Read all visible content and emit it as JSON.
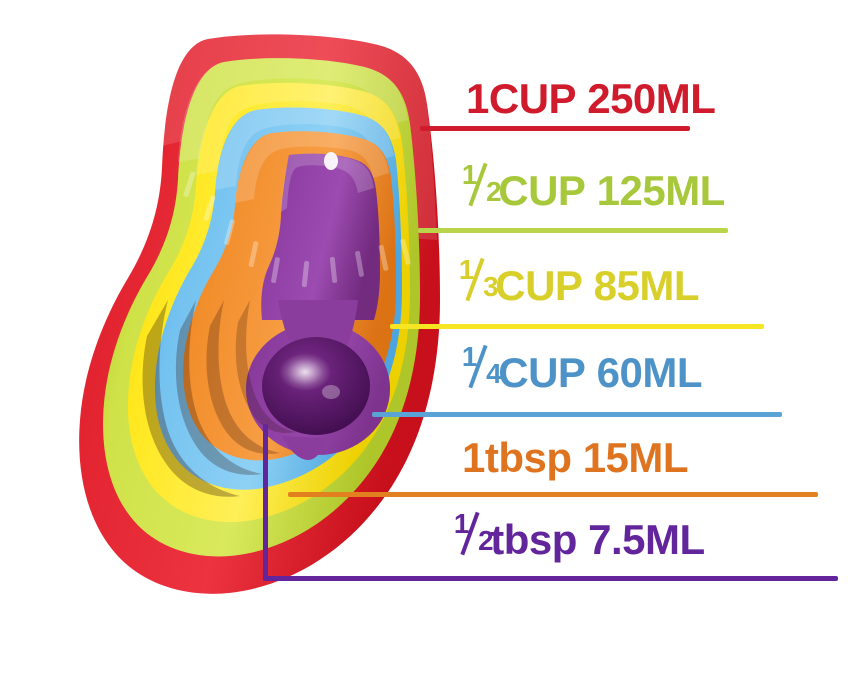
{
  "image": {
    "subject": "nested-measuring-cups-and-spoons-set",
    "background_color": "#ffffff",
    "piece_count": 6
  },
  "product": {
    "pieces": [
      {
        "name": "1-cup-measure",
        "color": "#E0202C",
        "size_label": "1CUP 250ML"
      },
      {
        "name": "half-cup-measure",
        "color": "#C6DB3A",
        "size_label": "1/2CUP 125ML"
      },
      {
        "name": "third-cup-measure",
        "color": "#FFE81F",
        "size_label": "1/3CUP 85ML"
      },
      {
        "name": "quarter-cup-measure",
        "color": "#6CBDEE",
        "size_label": "1/4CUP 60ML"
      },
      {
        "name": "tablespoon-measure",
        "color": "#F0882A",
        "size_label": "1tbsp 15ML"
      },
      {
        "name": "half-tablespoon-measure",
        "color": "#8B3D9E",
        "size_label": "1/2tbsp 7.5ML"
      }
    ]
  },
  "labels": [
    {
      "id": "label-1-cup",
      "whole": "1",
      "numerator": "",
      "denominator": "",
      "unit": "CUP",
      "volume": "250ML",
      "full_text": "1CUP 250ML",
      "color": "#CF1B2B"
    },
    {
      "id": "label-half-cup",
      "whole": "",
      "numerator": "1",
      "denominator": "2",
      "unit": "CUP",
      "volume": "125ML",
      "full_text": "1/2CUP 125ML",
      "color": "#A8C83C"
    },
    {
      "id": "label-third-cup",
      "whole": "",
      "numerator": "1",
      "denominator": "3",
      "unit": "CUP",
      "volume": "85ML",
      "full_text": "1/3CUP 85ML",
      "color": "#D8CF2A"
    },
    {
      "id": "label-quarter-cup",
      "whole": "",
      "numerator": "1",
      "denominator": "4",
      "unit": "CUP",
      "volume": "60ML",
      "full_text": "1/4CUP 60ML",
      "color": "#4E93C8"
    },
    {
      "id": "label-1-tbsp",
      "whole": "1",
      "numerator": "",
      "denominator": "",
      "unit": "tbsp",
      "volume": "15ML",
      "full_text": "1tbsp 15ML",
      "color": "#DE7420"
    },
    {
      "id": "label-half-tbsp",
      "whole": "",
      "numerator": "1",
      "denominator": "2",
      "unit": "tbsp",
      "volume": "7.5ML",
      "full_text": "1/2tbsp 7.5ML",
      "color": "#63259B"
    }
  ]
}
